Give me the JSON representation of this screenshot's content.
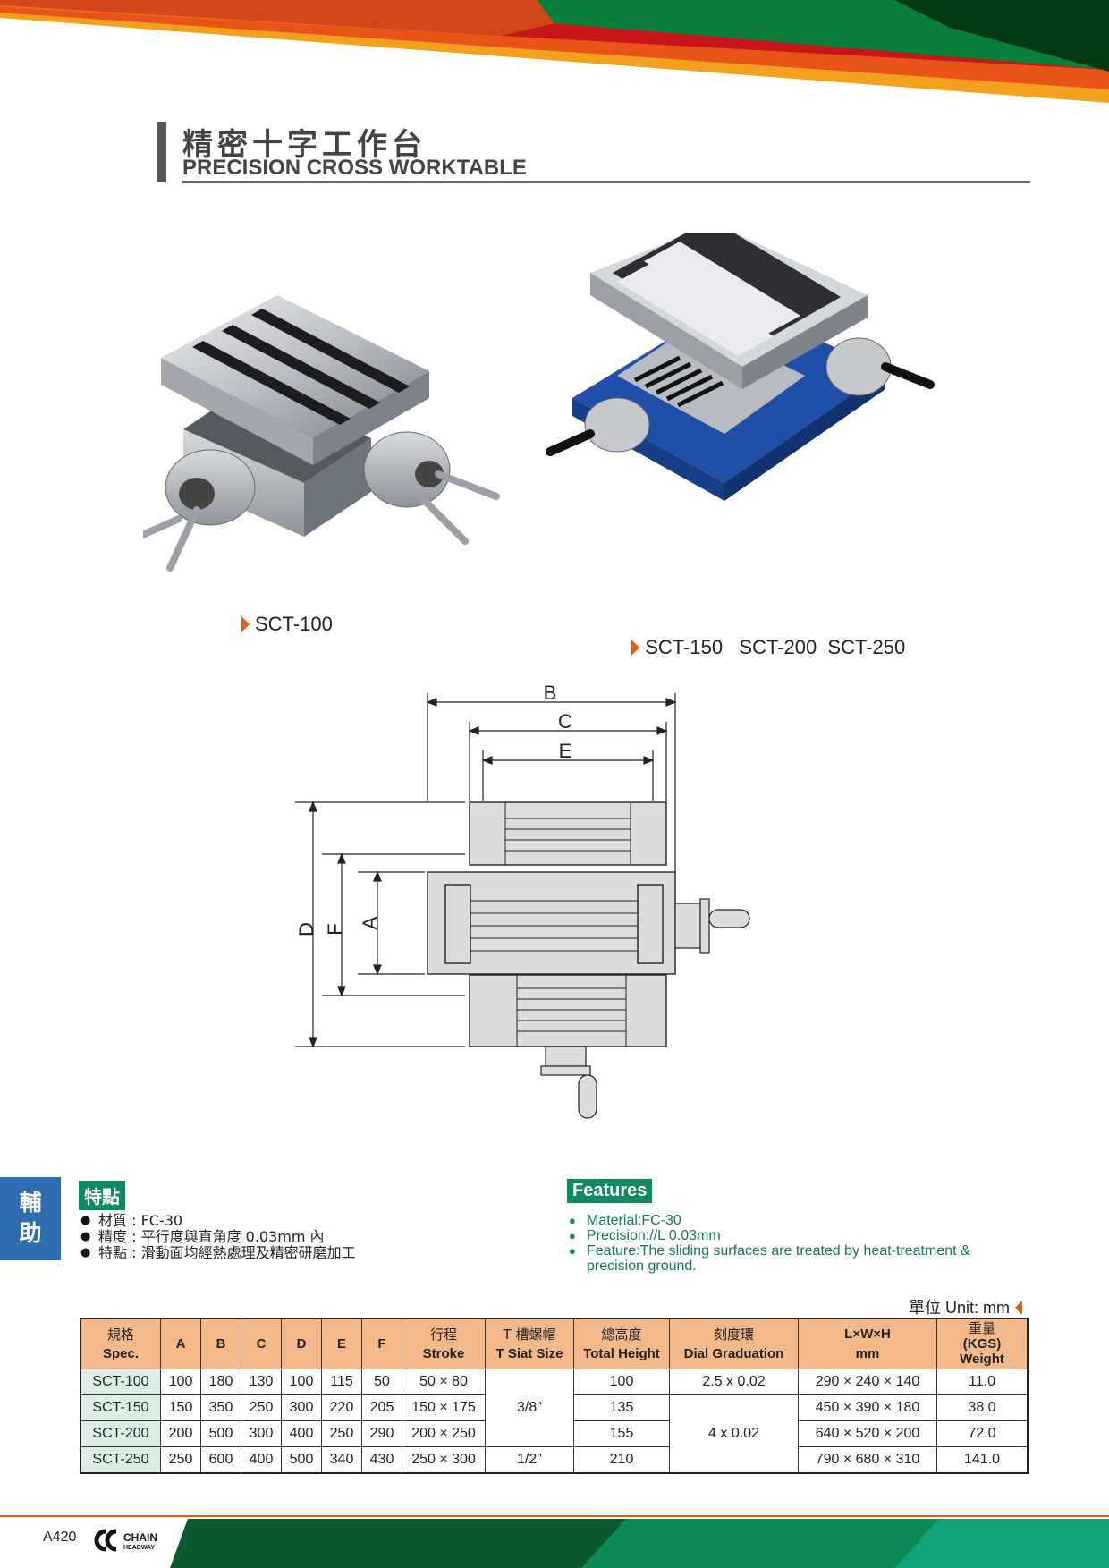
{
  "header": {
    "title_zh": "精密十字工作台",
    "title_en": "PRECISION CROSS WORKTABLE"
  },
  "captions": {
    "left": "SCT-100",
    "right": "SCT-150   SCT-200  SCT-250"
  },
  "drawing_labels": {
    "b": "B",
    "c": "C",
    "e": "E",
    "d": "D",
    "f": "F",
    "a": "A"
  },
  "side_tab": {
    "line1": "輔",
    "line2": "助"
  },
  "features_zh": {
    "heading": "特點",
    "items": [
      "材質 : FC-30",
      "精度 : 平行度與直角度 0.03mm 內",
      "特點 : 滑動面均經熱處理及精密研磨加工"
    ]
  },
  "features_en": {
    "heading": "Features",
    "items": [
      "Material:FC-30",
      "Precision://L 0.03mm",
      "Feature:The sliding surfaces are treated by heat-treatment & precision ground."
    ]
  },
  "unit": "單位 Unit: mm",
  "table": {
    "headers": {
      "spec_zh": "規格",
      "spec_en": "Spec.",
      "a": "A",
      "b": "B",
      "c": "C",
      "d": "D",
      "e": "E",
      "f": "F",
      "stroke_zh": "行程",
      "stroke_en": "Stroke",
      "tslot_zh": "T 槽螺帽",
      "tslot_en": "T Siat Size",
      "height_zh": "總高度",
      "height_en": "Total Height",
      "dial_zh": "刻度環",
      "dial_en": "Dial Graduation",
      "lwh_en": "L×W×H",
      "lwh_unit": "mm",
      "weight_zh": "重量",
      "weight_unit": "(KGS)",
      "weight_en": "Weight"
    },
    "rows": [
      {
        "spec": "SCT-100",
        "a": "100",
        "b": "180",
        "c": "130",
        "d": "100",
        "e": "115",
        "f": "50",
        "stroke": "50 × 80",
        "height": "100",
        "lwh": "290 × 240 × 140",
        "weight": "11.0"
      },
      {
        "spec": "SCT-150",
        "a": "150",
        "b": "350",
        "c": "250",
        "d": "300",
        "e": "220",
        "f": "205",
        "stroke": "150 × 175",
        "height": "135",
        "lwh": "450 × 390 × 180",
        "weight": "38.0"
      },
      {
        "spec": "SCT-200",
        "a": "200",
        "b": "500",
        "c": "300",
        "d": "400",
        "e": "250",
        "f": "290",
        "stroke": "200 × 250",
        "height": "155",
        "lwh": "640 × 520 × 200",
        "weight": "72.0"
      },
      {
        "spec": "SCT-250",
        "a": "250",
        "b": "600",
        "c": "400",
        "d": "500",
        "e": "340",
        "f": "430",
        "stroke": "250 × 300",
        "height": "210",
        "lwh": "790 × 680 × 310",
        "weight": "141.0"
      }
    ],
    "tslot_merged_1": "3/8\"",
    "tslot_merged_2": "1/2\"",
    "dial_single": "2.5 x 0.02",
    "dial_merged": "4 x 0.02"
  },
  "footer": {
    "page_number": "A420",
    "logo_text": "CHAIN",
    "logo_sub": "HEADWAY"
  }
}
